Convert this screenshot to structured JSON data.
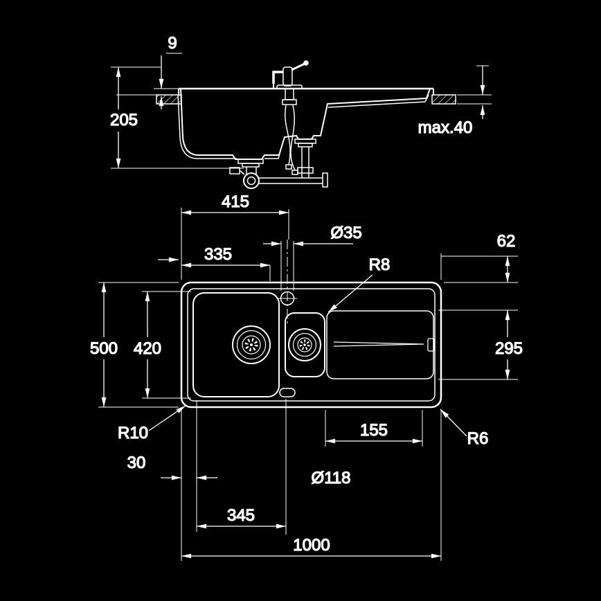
{
  "meta": {
    "drawing_type": "kitchen sink installation dimensions",
    "background": "#000000",
    "line_color": "#ffffff"
  },
  "section_view": {
    "labels": {
      "rim_height": "9",
      "bowl_depth": "205",
      "max_counter_thickness": "max.40"
    }
  },
  "plan_view": {
    "labels": {
      "faucet_center_from_left": "415",
      "faucet_hole_diameter": "Ø35",
      "top_edge_offset": "62",
      "offset_335": "335",
      "radius_r8": "R8",
      "overall_depth": "500",
      "bowl_inner_depth": "420",
      "drainboard_depth": "295",
      "radius_r10": "R10",
      "drainboard_offset": "155",
      "radius_r6": "R6",
      "edge_offset": "30",
      "drain_diameter": "Ø118",
      "bowl_inner_width": "345",
      "overall_length": "1000"
    }
  }
}
